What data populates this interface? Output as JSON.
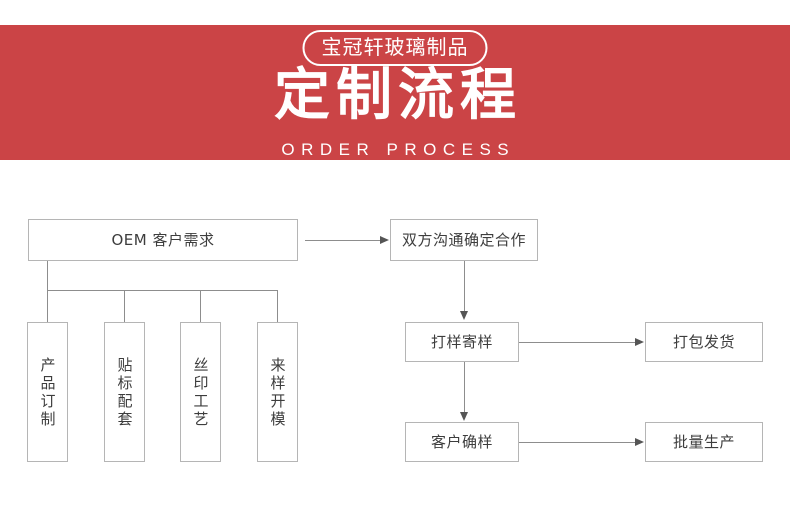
{
  "header": {
    "badge": "宝冠轩玻璃制品",
    "title": "定制流程",
    "subtitle": "ORDER PROCESS",
    "banner_color": "#cb4446",
    "text_color": "#ffffff"
  },
  "flow": {
    "line_color": "#8d8d8d",
    "box_border_color": "#b5b5b5",
    "box_text_color": "#3d3d3d",
    "start": {
      "label": "OEM 客户需求"
    },
    "branches": [
      {
        "label": "产品订制"
      },
      {
        "label": "贴标配套"
      },
      {
        "label": "丝印工艺"
      },
      {
        "label": "来样开模"
      }
    ],
    "right_column": [
      {
        "label": "双方沟通确定合作"
      },
      {
        "label": "打样寄样"
      },
      {
        "label": "客户确样"
      }
    ],
    "far_column": [
      {
        "label": "打包发货"
      },
      {
        "label": "批量生产"
      }
    ]
  }
}
